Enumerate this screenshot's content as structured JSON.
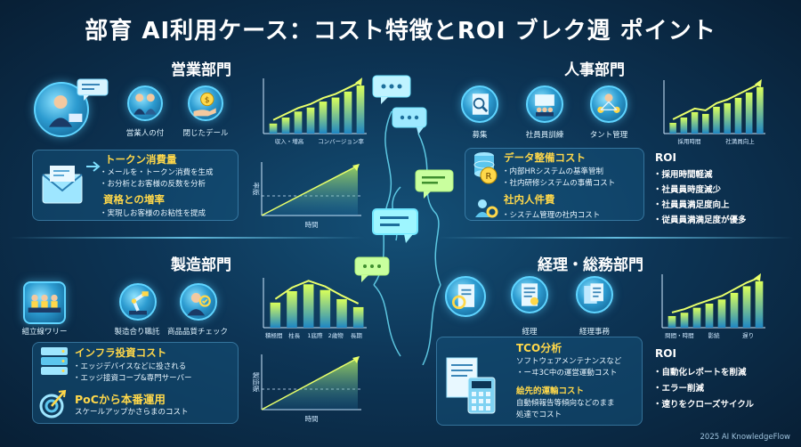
{
  "title": "部育 AI利用ケース：コスト特徴とROI ブレク週 ポイント",
  "footer": "2025 AI KnowledgeFlow",
  "sales": {
    "name": "営業部門",
    "icons": [
      {
        "icon": "salesperson-presenting-icon",
        "label": ""
      },
      {
        "icon": "handshake-icon",
        "label": "営業人の付"
      },
      {
        "icon": "money-hand-icon",
        "label": "閉じたデール"
      }
    ],
    "panel": {
      "h1": "トークン消費量",
      "l1": "・メールを・トークン消費を生成",
      "l2": "・お分析とお客様の反数を分析",
      "h2": "資格との増率",
      "l3": "・実現しお客様のお粘性を提成"
    }
  },
  "hr": {
    "name": "人事部門",
    "icons": [
      {
        "icon": "recruit-document-icon",
        "label": "募集"
      },
      {
        "icon": "training-board-icon",
        "label": "社員員訓練"
      },
      {
        "icon": "talent-network-icon",
        "label": "タント管理"
      }
    ],
    "panel": {
      "h1": "データ整備コスト",
      "l1": "・内部HRシステムの基準管制",
      "l2": "・社内研修システムの事備コスト",
      "h2": "社内人件費",
      "l3": "・システム管理の社内コスト"
    },
    "roi_title": "ROI",
    "roi": [
      "・採用時間軽減",
      "・社員員時度減少",
      "・社員員満足度向上",
      "・従員員満満足度が優多"
    ]
  },
  "mfg": {
    "name": "製造部門",
    "icons": [
      {
        "icon": "assembly-line-icon",
        "label": "組立線ワリー"
      },
      {
        "icon": "robot-arm-icon",
        "label": "製造合り職託"
      },
      {
        "icon": "inspector-icon",
        "label": "商品品質チェック"
      }
    ],
    "panel": {
      "h1": "インフラ投資コスト",
      "l1": "・エッジデバイスなどに投される",
      "l2": "・エッジ接資コープ&専門サーバー",
      "h2": "PoCから本番運用",
      "l3": "スケールアップかさらまのコスト"
    }
  },
  "finance": {
    "name": "経理・総務部門",
    "icons": [
      {
        "icon": "gear-document-icon",
        "label": ""
      },
      {
        "icon": "ledger-document-icon",
        "label": "経理"
      },
      {
        "icon": "office-documents-icon",
        "label": "経理事務"
      }
    ],
    "panel": {
      "h1": "TCO分析",
      "l1": "ソフトウェアメンテナンスなど",
      "l2": "・ーヰ3C中の運営運動コスト",
      "h2": "絵先的運輸コスト",
      "l3": "自動傾報告等傾向などのまま",
      "l4": "処達でコスト"
    },
    "roi_title": "ROI",
    "roi": [
      "・自動化レポートを削減",
      "・エラー削減",
      "・速りをクローズサイクル"
    ]
  },
  "chart_data": [
    {
      "type": "bar",
      "id": "sales-bar",
      "title": "",
      "categories": [
        "収入・増高",
        "コンバージョン率"
      ],
      "values": [
        1,
        1.6,
        2.2,
        2.6,
        3.2,
        3.6,
        4.2,
        4.8
      ],
      "trend": "up"
    },
    {
      "type": "area",
      "id": "sales-cost",
      "title": "",
      "ylabel": "率版",
      "xlabel": "時間",
      "trend": "up"
    },
    {
      "type": "bar",
      "id": "hr-bar",
      "title": "",
      "categories": [
        "採用時間",
        "社満員向上"
      ],
      "values": [
        1.2,
        1.8,
        2.4,
        2.2,
        3.0,
        3.4,
        4.0,
        4.6,
        5.2
      ],
      "trend": "up"
    },
    {
      "type": "bar",
      "id": "mfg-bar",
      "title": "",
      "categories": [
        "積極間",
        "柱長",
        "1底際",
        "2歳物",
        "長期"
      ],
      "values": [
        2.2,
        3.2,
        3.8,
        3.3,
        2.5,
        1.8
      ],
      "trend": "peak"
    },
    {
      "type": "area",
      "id": "mfg-cost",
      "title": "",
      "ylabel": "製造販",
      "xlabel": "時間",
      "trend": "up"
    },
    {
      "type": "bar",
      "id": "fin-bar",
      "title": "",
      "categories": [
        "問間・時間",
        "影続",
        "遅り"
      ],
      "values": [
        1.4,
        1.8,
        2.4,
        2.9,
        3.4,
        4.2,
        5.0,
        5.6
      ],
      "trend": "up"
    }
  ]
}
